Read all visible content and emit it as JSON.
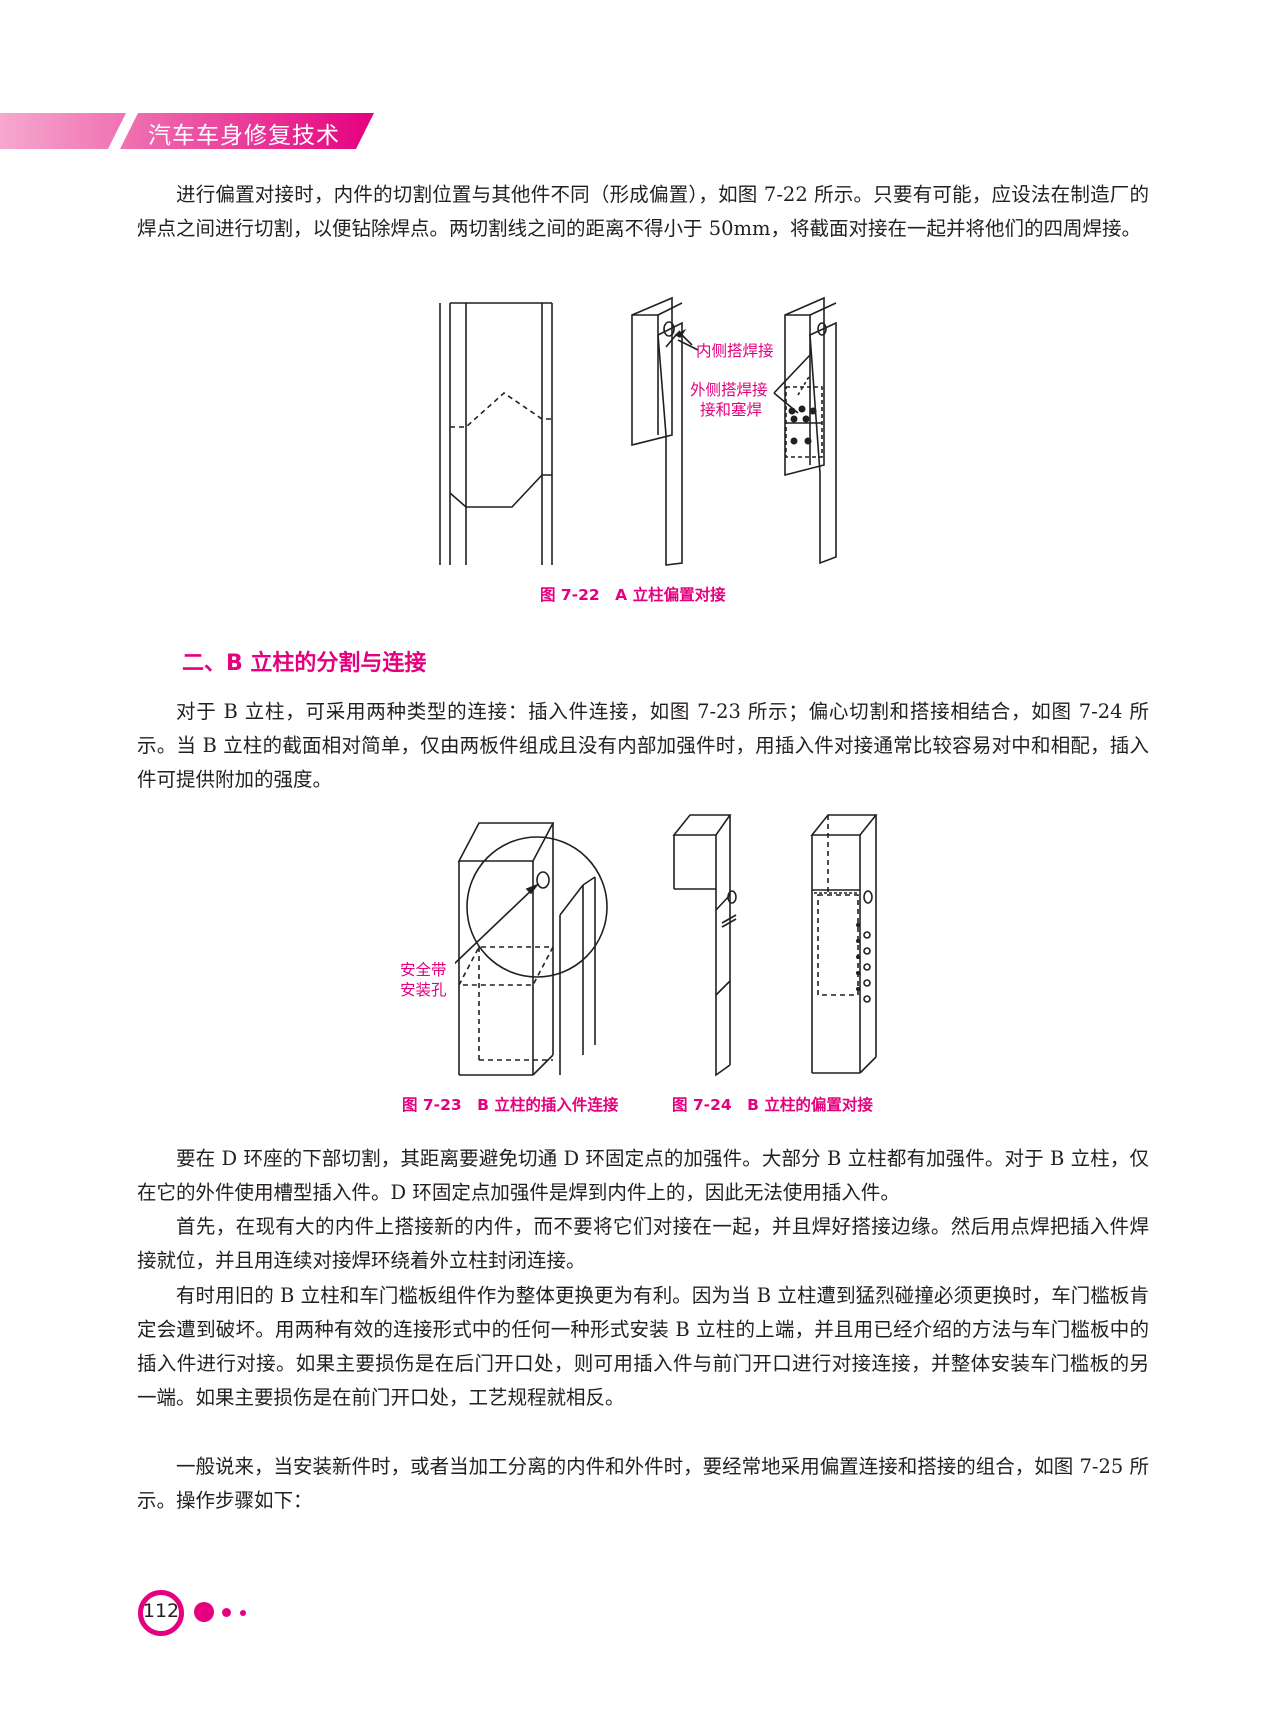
{
  "header": {
    "title": "汽车车身修复技术",
    "brand_color": "#e5007f"
  },
  "paragraphs": {
    "p1": "进行偏置对接时，内件的切割位置与其他件不同（形成偏置），如图 7-22 所示。只要有可能，应设法在制造厂的焊点之间进行切割，以便钻除焊点。两切割线之间的距离不得小于 50mm，将截面对接在一起并将他们的四周焊接。",
    "p2": "对于 B 立柱，可采用两种类型的连接：插入件连接，如图 7-23 所示；偏心切割和搭接相结合，如图 7-24 所示。当 B 立柱的截面相对简单，仅由两板件组成且没有内部加强件时，用插入件对接通常比较容易对中和相配，插入件可提供附加的强度。",
    "p3": "要在 D 环座的下部切割，其距离要避免切通 D 环固定点的加强件。大部分 B 立柱都有加强件。对于 B 立柱，仅在它的外件使用槽型插入件。D 环固定点加强件是焊到内件上的，因此无法使用插入件。",
    "p4": "首先，在现有大的内件上搭接新的内件，而不要将它们对接在一起，并且焊好搭接边缘。然后用点焊把插入件焊接就位，并且用连续对接焊环绕着外立柱封闭连接。",
    "p5": "有时用旧的 B 立柱和车门槛板组件作为整体更换更为有利。因为当 B 立柱遭到猛烈碰撞必须更换时，车门槛板肯定会遭到破坏。用两种有效的连接形式中的任何一种形式安装 B 立柱的上端，并且用已经介绍的方法与车门槛板中的插入件进行对接。如果主要损伤是在后门开口处，则可用插入件与前门开口进行对接连接，并整体安装车门槛板的另一端。如果主要损伤是在前门开口处，工艺规程就相反。",
    "p6": "一般说来，当安装新件时，或者当加工分离的内件和外件时，要经常地采用偏置连接和搭接的组合，如图 7-25 所示。操作步骤如下："
  },
  "section": {
    "title": "二、B 立柱的分割与连接"
  },
  "figures": {
    "fig722": {
      "label_inner": "内侧搭焊接",
      "label_outer_1": "外侧搭焊接",
      "label_outer_2": "接和塞焊",
      "caption": "图 7-22　A 立柱偏置对接"
    },
    "fig723": {
      "label_1": "安全带",
      "label_2": "安装孔",
      "caption": "图 7-23　B 立柱的插入件连接"
    },
    "fig724": {
      "caption": "图 7-24　B 立柱的偏置对接"
    }
  },
  "footer": {
    "page_number": "112"
  }
}
